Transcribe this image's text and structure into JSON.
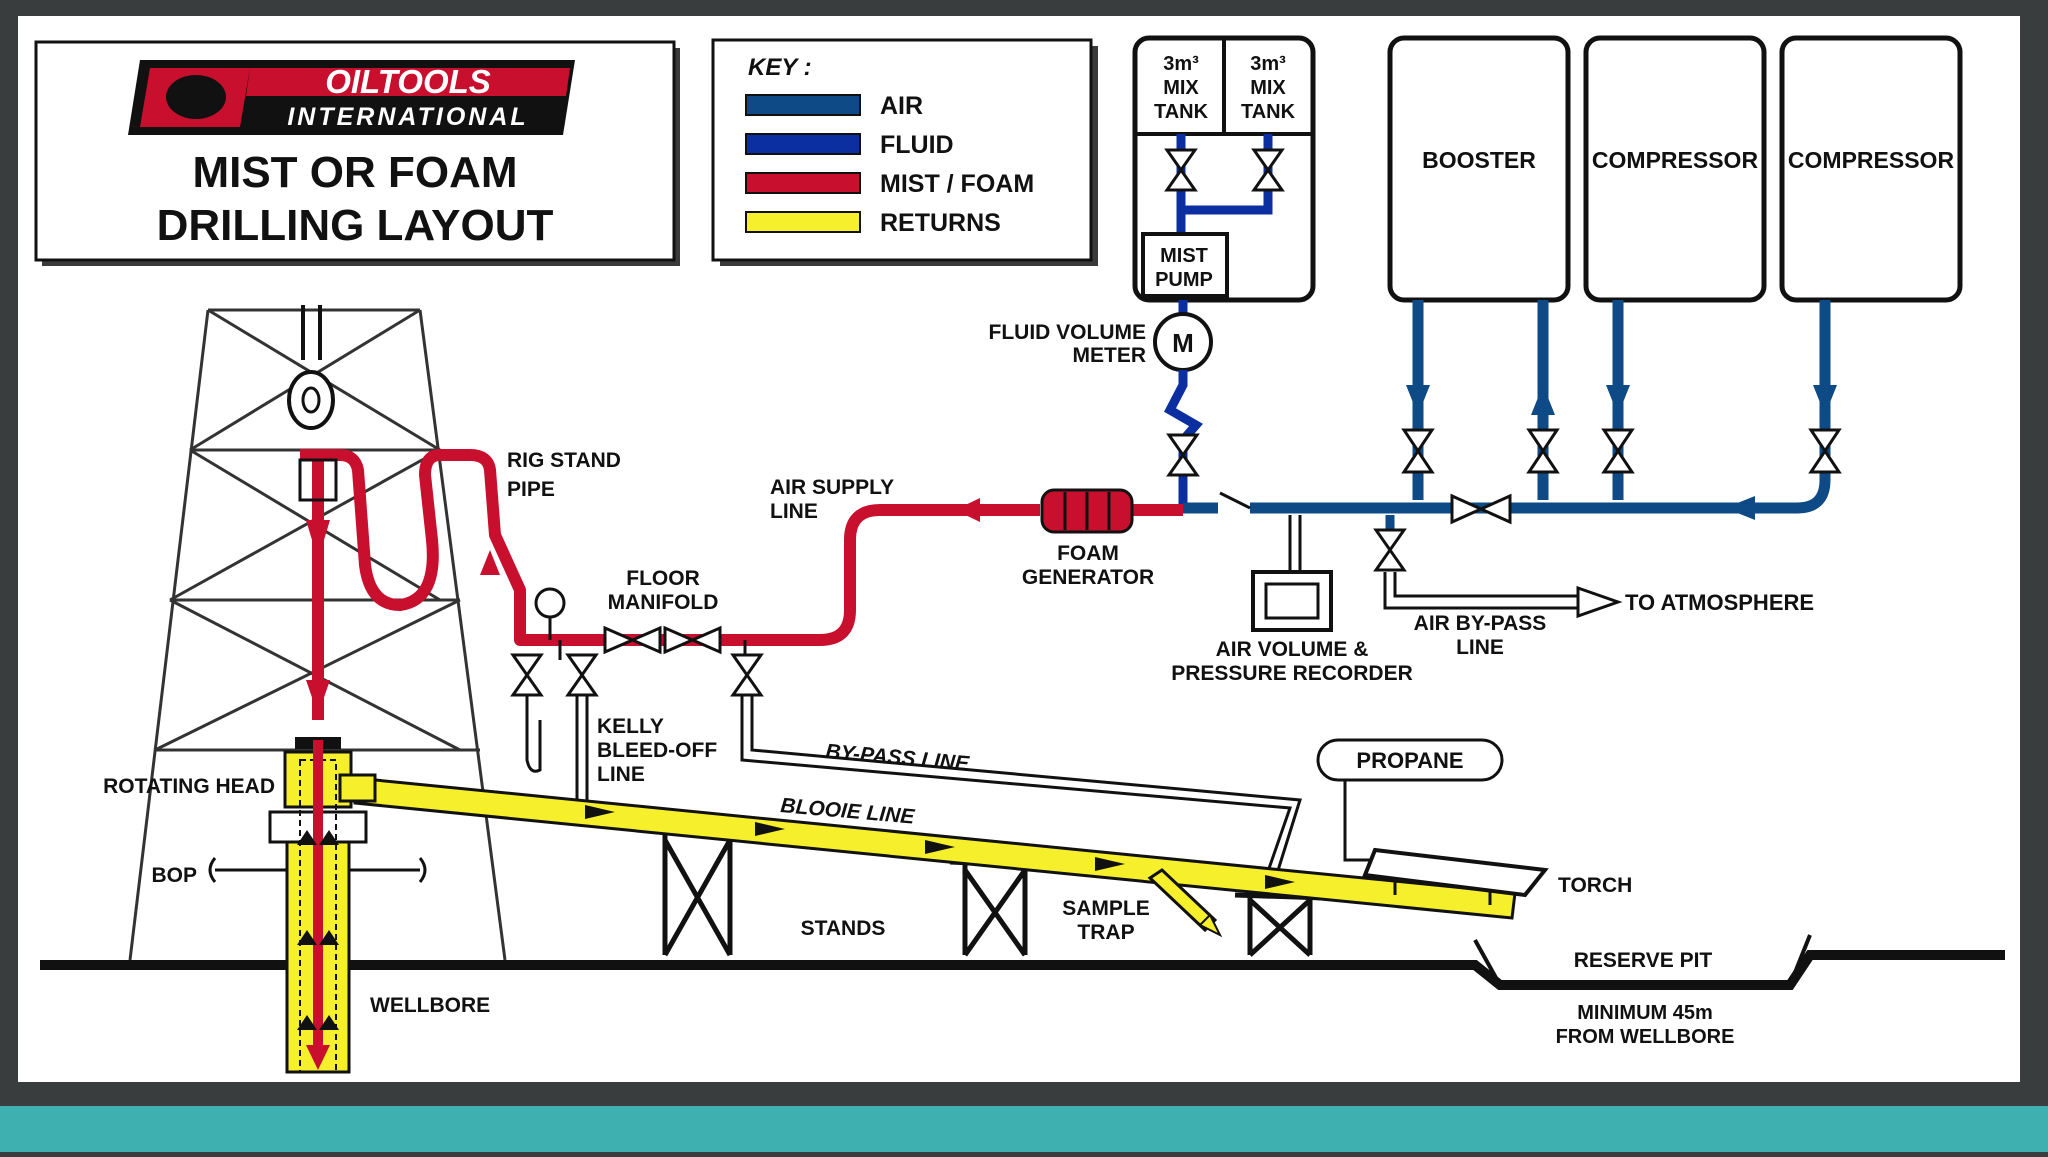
{
  "logo": {
    "brand": "OILTOOLS",
    "sub": "INTERNATIONAL"
  },
  "title": {
    "line1": "MIST OR FOAM",
    "line2": "DRILLING LAYOUT"
  },
  "key": {
    "heading": "KEY :",
    "items": [
      {
        "label": "AIR",
        "color": "#0d4a86"
      },
      {
        "label": "FLUID",
        "color": "#0b2fa0"
      },
      {
        "label": "MIST / FOAM",
        "color": "#c8102e"
      },
      {
        "label": "RETURNS",
        "color": "#f5ef2c"
      }
    ]
  },
  "equipment": {
    "mix_tank_1": [
      "3m³",
      "MIX",
      "TANK"
    ],
    "mix_tank_2": [
      "3m³",
      "MIX",
      "TANK"
    ],
    "mist_pump": [
      "MIST",
      "PUMP"
    ],
    "meter_symbol": "M",
    "booster": "BOOSTER",
    "compressor_1": "COMPRESSOR",
    "compressor_2": "COMPRESSOR",
    "propane": "PROPANE"
  },
  "labels": {
    "fluid_meter": [
      "FLUID VOLUME",
      "METER"
    ],
    "rig_stand_pipe": [
      "RIG STAND",
      "PIPE"
    ],
    "air_supply_line": [
      "AIR SUPPLY",
      "LINE"
    ],
    "foam_generator": [
      "FOAM",
      "GENERATOR"
    ],
    "floor_manifold": [
      "FLOOR",
      "MANIFOLD"
    ],
    "air_recorder": [
      "AIR VOLUME &",
      "PRESSURE RECORDER"
    ],
    "air_bypass": [
      "AIR BY-PASS",
      "LINE"
    ],
    "to_atmosphere": "TO ATMOSPHERE",
    "kelly": [
      "KELLY",
      "BLEED-OFF",
      "LINE"
    ],
    "bypass_line": "BY-PASS LINE",
    "blooie_line": "BLOOIE LINE",
    "rotating_head": "ROTATING HEAD",
    "bop": "BOP",
    "stands": "STANDS",
    "sample_trap": [
      "SAMPLE",
      "TRAP"
    ],
    "torch": "TORCH",
    "reserve_pit": "RESERVE PIT",
    "min_distance": [
      "MINIMUM 45m",
      "FROM WELLBORE"
    ],
    "wellbore": "WELLBORE"
  }
}
